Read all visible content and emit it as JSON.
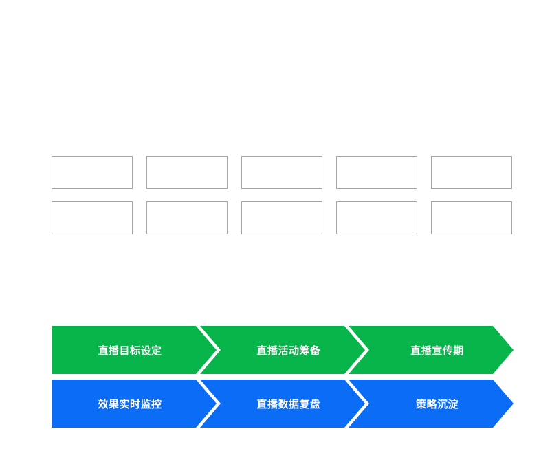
{
  "colors": {
    "row1": "#07b54b",
    "row2": "#0b6cf5",
    "box_border": "#a6a6a6"
  },
  "boxes": {
    "rows": 2,
    "cols": 5
  },
  "process_rows": [
    {
      "color": "#07b54b",
      "steps": [
        "直播目标设定",
        "直播活动筹备",
        "直播宣传期"
      ]
    },
    {
      "color": "#0b6cf5",
      "steps": [
        "效果实时监控",
        "直播数据复盘",
        "策略沉淀"
      ]
    }
  ]
}
